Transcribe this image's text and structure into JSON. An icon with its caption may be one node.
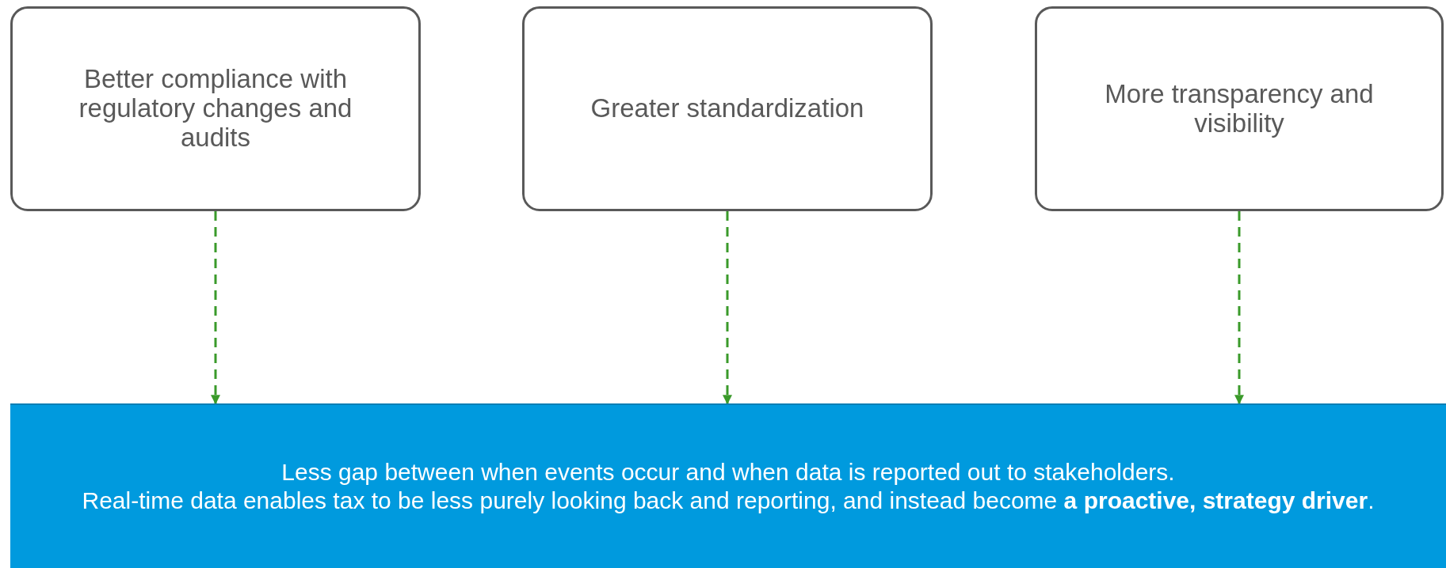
{
  "diagram": {
    "nodes": [
      {
        "text": [
          "Better compliance with regulatory changes and audits"
        ]
      },
      {
        "text": [
          "Greater standardization"
        ]
      },
      {
        "text": [
          "More transparency and visibility"
        ]
      },
      {
        "text": [
          "Less gap between when events occur and when data is reported out to stakeholders.",
          "Real-time data enables tax to be less purely looking back and reporting, and instead become **a proactive, strategy driver**."
        ]
      }
    ],
    "edges": [
      {
        "from": 0,
        "to": 3,
        "arrow": "to",
        "style": "dashed"
      },
      {
        "from": 1,
        "to": 3,
        "arrow": "to",
        "style": "dashed"
      },
      {
        "from": 2,
        "to": 3,
        "arrow": "to",
        "style": "dashed"
      }
    ]
  }
}
